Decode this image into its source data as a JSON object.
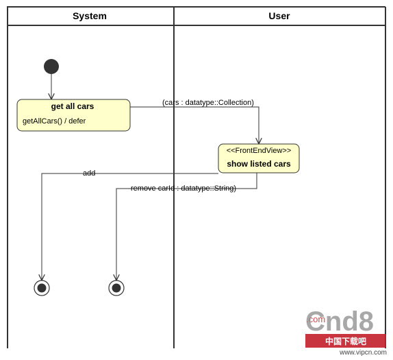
{
  "swimlanes": [
    {
      "title": "System"
    },
    {
      "title": "User"
    }
  ],
  "nodes": {
    "get_all_cars": {
      "title": "get all cars",
      "action": "getAllCars() / defer"
    },
    "show_listed_cars": {
      "stereotype": "<<FrontEndView>>",
      "title": "show listed cars"
    }
  },
  "flows": {
    "cars": {
      "label": "(cars : datatype::Collection)"
    },
    "add": {
      "label": "add"
    },
    "remove": {
      "label": "remove carId : datatype::String)"
    }
  },
  "watermark": {
    "com": ".com",
    "brand": "Cnd8",
    "subtitle": "中国下载吧",
    "url": "www.vipcn.com"
  },
  "colors": {
    "node_fill": "#ffffcc",
    "node_stroke": "#333333",
    "line": "#333333",
    "initial": "#333333"
  }
}
